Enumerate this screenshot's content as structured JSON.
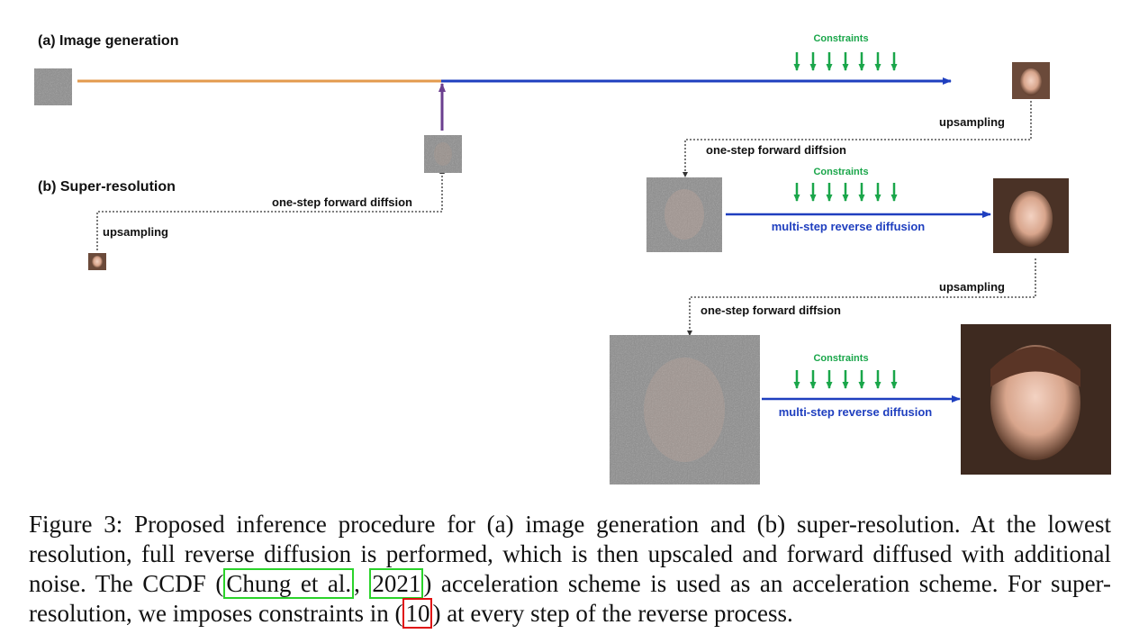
{
  "figure": {
    "panel_a_label": "(a) Image generation",
    "panel_b_label": "(b) Super-resolution",
    "constraints_label": "Constraints",
    "upsampling_label": "upsampling",
    "forward_label": "one-step forward diffsion",
    "reverse_label": "multi-step reverse diffusion",
    "colors": {
      "orange_line": "#e39a4d",
      "blue_arrow": "#1f3fbf",
      "green_arrows": "#1aa64a",
      "purple_arrow": "#6b3f8f"
    }
  },
  "caption": {
    "prefix": "Figure 3: Proposed inference procedure for (a) image generation and (b) super-resolution. At the lowest resolution, full reverse diffusion is performed, which is then upscaled and forward diffused with additional noise. The CCDF (",
    "cite_author": "Chung et al.",
    "cite_sep": ", ",
    "cite_year": "2021",
    "middle": ") acceleration scheme is used as an acceleration scheme. For super-resolution, we imposes constraints in (",
    "eq_ref": "10",
    "suffix": ") at every step of the reverse process."
  }
}
